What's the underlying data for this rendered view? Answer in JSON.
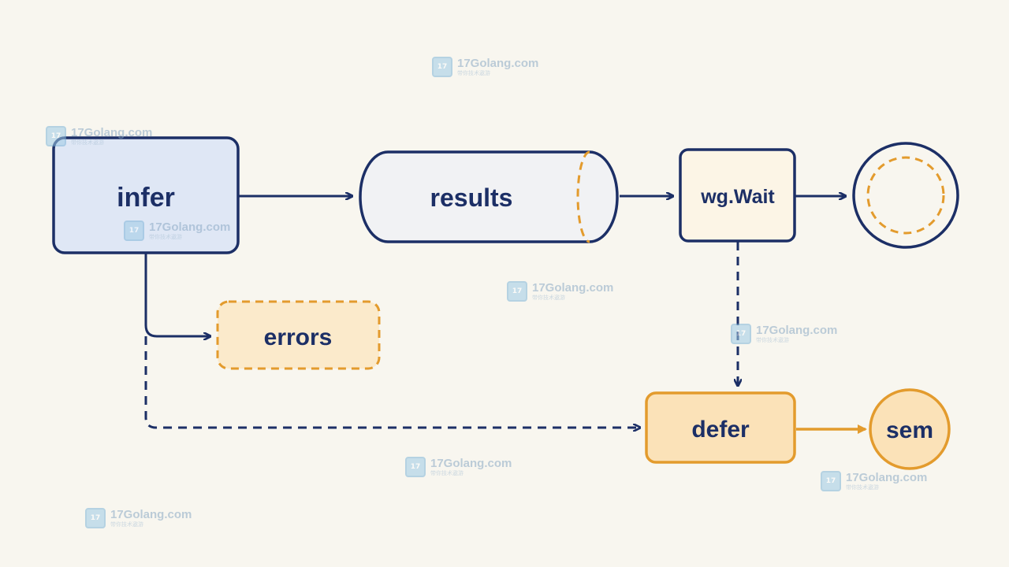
{
  "nodes": {
    "infer": "infer",
    "results": "results",
    "wg_wait": "wg.Wait",
    "errors": "errors",
    "defer": "defer",
    "sem": "sem"
  },
  "watermark": {
    "text": "17Golang.com",
    "subtext": "带你技术遨游"
  },
  "colors": {
    "navy": "#1c2f66",
    "orange": "#e39b2d",
    "infer_fill": "#dfe7f5",
    "results_fill": "#f1f2f4",
    "wait_fill": "#fcf5e6",
    "errors_fill": "#fbeacb",
    "defer_fill": "#fbe2b8",
    "sem_fill": "#fbe2b8"
  }
}
